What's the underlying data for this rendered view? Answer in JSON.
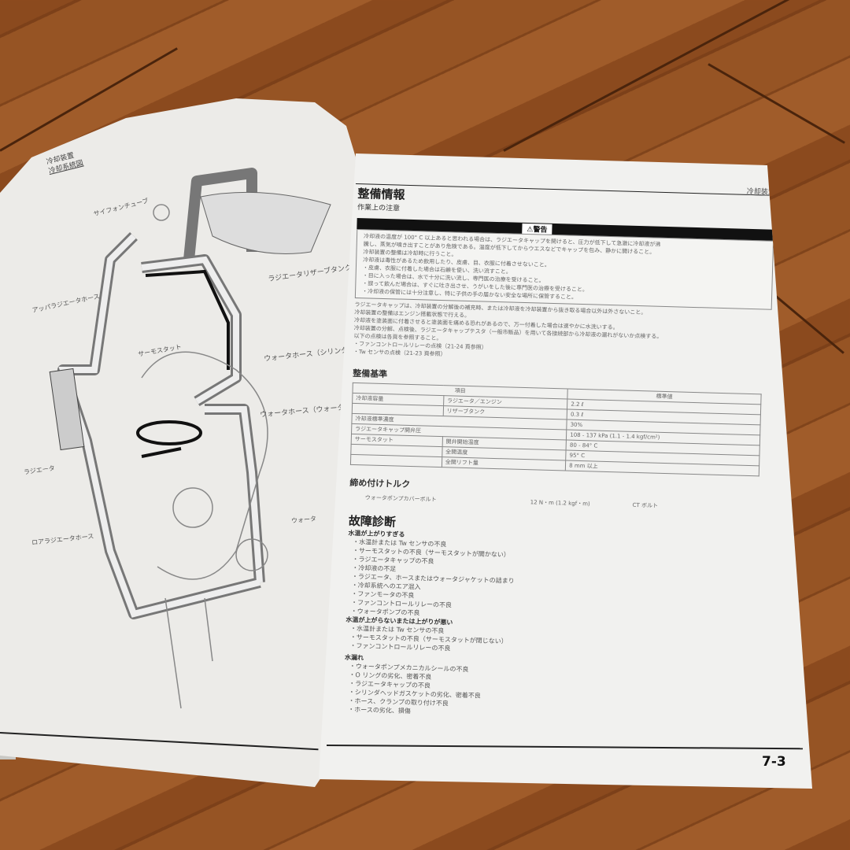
{
  "left_page": {
    "header": [
      "冷却装置",
      "冷却系統図"
    ],
    "labels": [
      "サイフォンチューブ",
      "アッパラジエータホース",
      "サーモスタット",
      "ラジエータリザーブタンク",
      "ウォータホース（シリンダ",
      "ウォータホース（ウォータ",
      "ラジエータ",
      "ロアラジエータホース",
      "ウォータ"
    ]
  },
  "right_page": {
    "section_tag": "冷却装置",
    "title": "整備情報",
    "subtitle": "作業上の注意",
    "warning_label": "⚠警告",
    "warning_lines": [
      "冷却液の温度が 100° C 以上あると思われる場合は、ラジエータキャップを開けると、圧力が低下して急激に冷却液が沸",
      "騰し、蒸気が噴き出すことがあり危険である。温度が低下してからウエスなどでキャップを包み、静かに開けること。",
      "冷却装置の整備は冷却時に行うこと。",
      "冷却液は毒性があるため飲用したり、皮膚、目、衣服に付着させないこと。",
      "・皮膚、衣服に付着した場合は石鹸を使い、洗い流すこと。",
      "・目に入った場合は、水で十分に洗い流し、専門医の治療を受けること。",
      "・誤って飲んだ場合は、すぐに吐き出させ、うがいをした後に専門医の治療を受けること。",
      "・冷却液の保管には十分注意し、特に子供の手の届かない安全な場所に保管すること。"
    ],
    "notes": [
      "ラジエータキャップは、冷却装置の分解後の補充時、または冷却液を冷却装置から抜き取る場合以外は外さないこと。",
      "冷却装置の整備はエンジン搭載状態で行える。",
      "冷却液を塗装面に付着させると塗装面を痛める恐れがあるので、万一付着した場合は速やかに水洗いする。",
      "冷却装置の分解、点検後、ラジエータキャップテスタ（一般市販品）を用いて各接続部から冷却液の漏れがないか点検する。",
      "以下の点検は各頁を参照すること。",
      "・ファンコントロールリレーの点検（21-24 頁参照）",
      "・Tw センサの点検（21-23 頁参照）"
    ],
    "spec_title": "整備基準",
    "spec_table": {
      "headers": [
        "項目",
        "標準値"
      ],
      "rows": [
        [
          "冷却液容量",
          "ラジエータ／エンジン",
          "2.2 ℓ"
        ],
        [
          "",
          "リザーブタンク",
          "0.3 ℓ"
        ],
        [
          "冷却液標準濃度",
          "",
          "30%"
        ],
        [
          "ラジエータキャップ開弁圧",
          "",
          "108 - 137 kPa (1.1 - 1.4 kgf/cm²)"
        ],
        [
          "サーモスタット",
          "開弁開始温度",
          "80 - 84° C"
        ],
        [
          "",
          "全開温度",
          "95° C"
        ],
        [
          "",
          "全開リフト量",
          "8 mm 以上"
        ]
      ]
    },
    "torque_title": "締め付けトルク",
    "torque": {
      "item": "ウォータポンプカバーボルト",
      "value": "12 N・m (1.2 kgf・m)",
      "note": "CT ボルト"
    },
    "diag_title": "故障診断",
    "diag_groups": [
      {
        "title": "水温が上がりすぎる",
        "items": [
          "・水温計または Tw センサの不良",
          "・サーモスタットの不良（サーモスタットが開かない）",
          "・ラジエータキャップの不良",
          "・冷却液の不足",
          "・ラジエータ、ホースまたはウォータジャケットの詰まり",
          "・冷却系統へのエア混入",
          "・ファンモータの不良",
          "・ファンコントロールリレーの不良",
          "・ウォータポンプの不良"
        ]
      },
      {
        "title": "水温が上がらないまたは上がりが悪い",
        "items": [
          "・水温計または Tw センサの不良",
          "・サーモスタットの不良（サーモスタットが閉じない）",
          "・ファンコントロールリレーの不良"
        ]
      },
      {
        "title": "水漏れ",
        "items": [
          "・ウォータポンプメカニカルシールの不良",
          "・O リングの劣化、密着不良",
          "・ラジエータキャップの不良",
          "・シリンダヘッドガスケットの劣化、密着不良",
          "・ホース、クランプの取り付け不良",
          "・ホースの劣化、損傷"
        ]
      }
    ],
    "page_number": "7-3"
  },
  "colors": {
    "wood": "#8b4a1e",
    "paper": "#f1f1ef",
    "ink": "#222222"
  }
}
